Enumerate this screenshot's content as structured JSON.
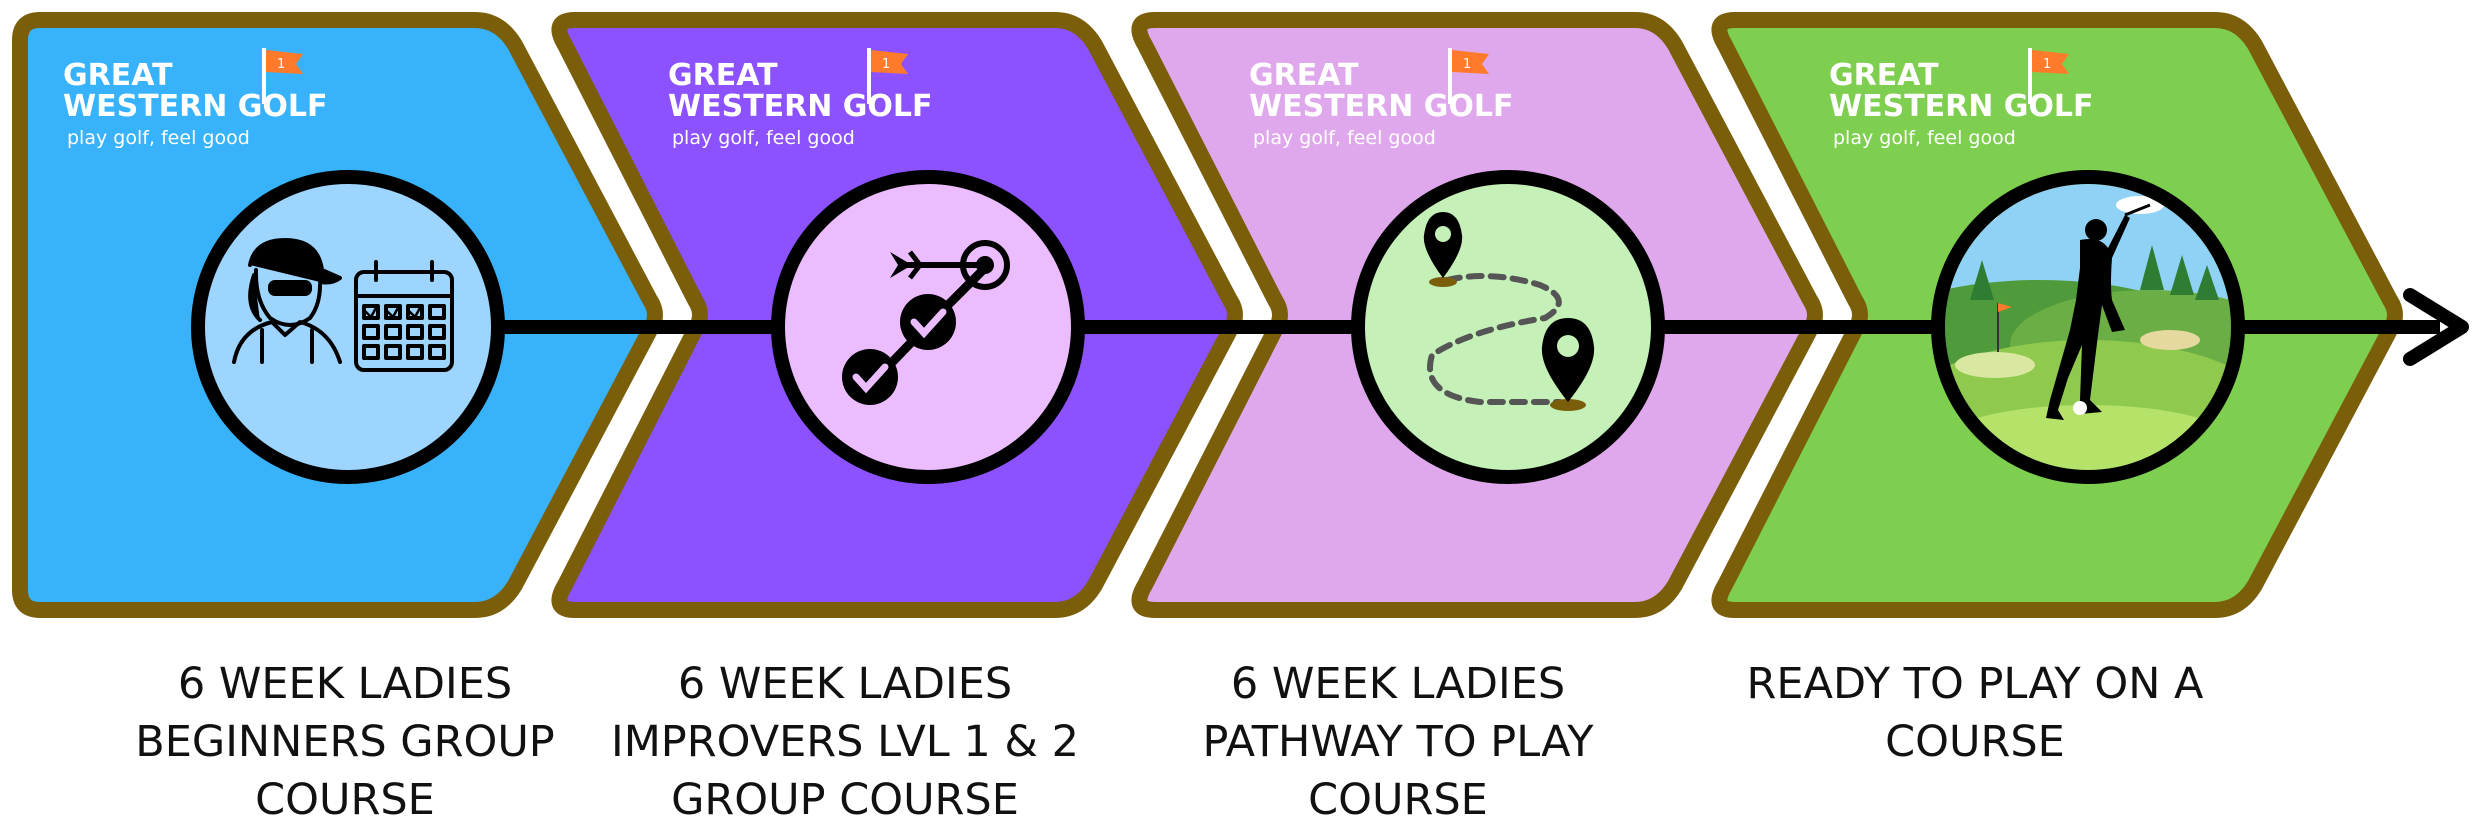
{
  "brand": {
    "name_line1": "GREAT",
    "name_line2": "WESTERN GOLF",
    "tagline": "play golf, feel good",
    "flag_number": "1"
  },
  "colors": {
    "border": "#7a5e0a",
    "step1": "#38b3fb",
    "step2": "#8c52ff",
    "step3": "#e0a8ec",
    "step4": "#7ecf50",
    "flag": "#ff7a2a",
    "line": "#000000"
  },
  "steps": [
    {
      "icon": "golfer-calendar-icon",
      "caption": [
        "6 WEEK LADIES",
        "BEGINNERS GROUP",
        "COURSE"
      ]
    },
    {
      "icon": "target-checklist-icon",
      "caption": [
        "6 WEEK LADIES",
        "IMPROVERS LVL 1 & 2",
        "GROUP COURSE"
      ]
    },
    {
      "icon": "route-map-icon",
      "caption": [
        "6 WEEK LADIES",
        "PATHWAY TO PLAY",
        "COURSE"
      ]
    },
    {
      "icon": "golfer-swing-icon",
      "caption": [
        "READY TO PLAY ON A",
        "COURSE"
      ]
    }
  ]
}
